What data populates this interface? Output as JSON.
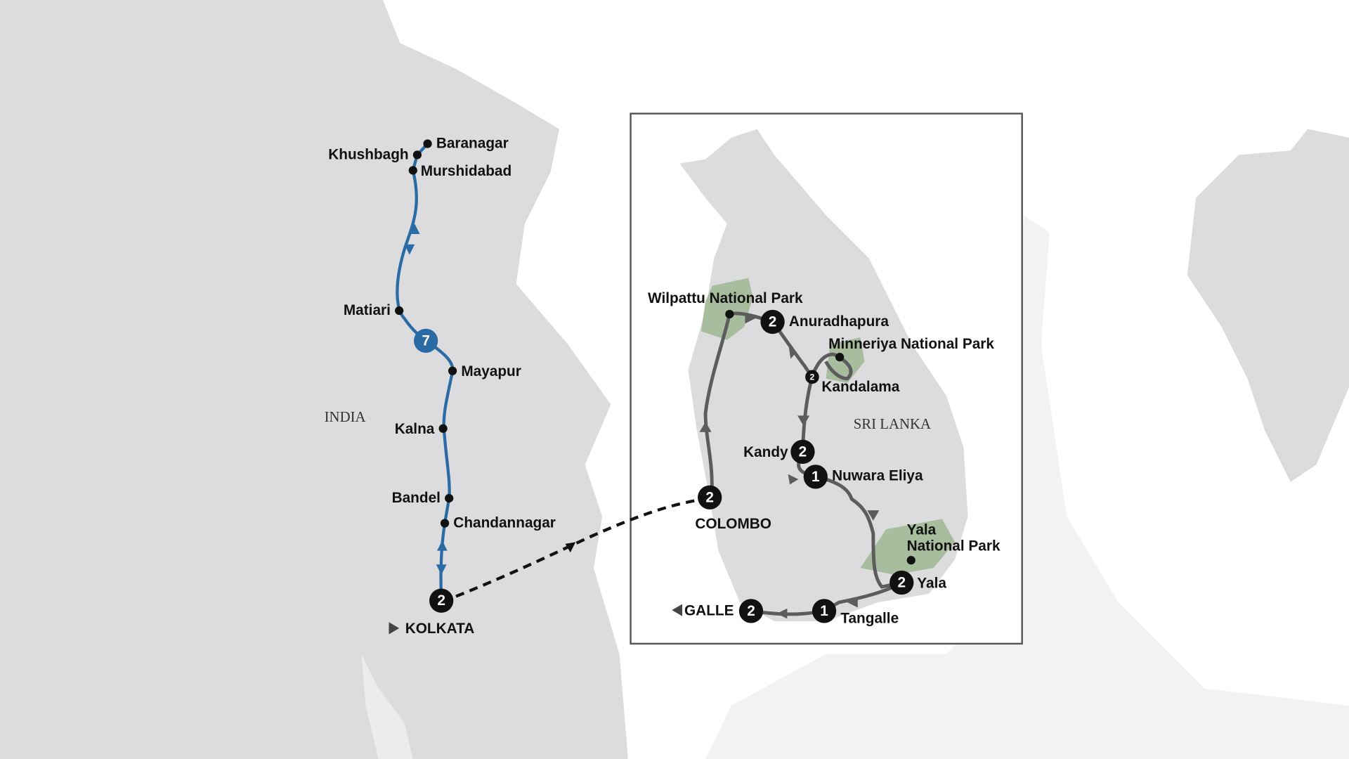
{
  "colors": {
    "land": "#dcdcde",
    "sea": "#ffffff",
    "park": "#a8bd9e",
    "river_route": "#2a6aa5",
    "road_route": "#5c5c5e",
    "marker": "#111111"
  },
  "countries": {
    "india": "INDIA",
    "sri_lanka": "SRI LANKA"
  },
  "india_route": {
    "stops": [
      "Baranagar",
      "Khushbagh",
      "Murshidabad",
      "Matiari",
      "Mayapur",
      "Kalna",
      "Bandel",
      "Chandannagar"
    ],
    "cruise_nights": "7",
    "start": {
      "name": "KOLKATA",
      "nights": "2"
    }
  },
  "sri_lanka_route": {
    "stops": [
      {
        "name": "COLOMBO",
        "nights": "2"
      },
      {
        "name": "Wilpattu National Park",
        "nights": ""
      },
      {
        "name": "Anuradhapura",
        "nights": "2"
      },
      {
        "name": "Minneriya National Park",
        "nights": ""
      },
      {
        "name": "Kandalama",
        "nights": "2"
      },
      {
        "name": "Kandy",
        "nights": "2"
      },
      {
        "name": "Nuwara Eliya",
        "nights": "1"
      },
      {
        "name": "Yala National Park",
        "nights": ""
      },
      {
        "name": "Yala",
        "nights": "2"
      },
      {
        "name": "Tangalle",
        "nights": "1"
      },
      {
        "name": "GALLE",
        "nights": "2"
      }
    ],
    "yala_np_lines": [
      "Yala",
      "National Park"
    ]
  }
}
